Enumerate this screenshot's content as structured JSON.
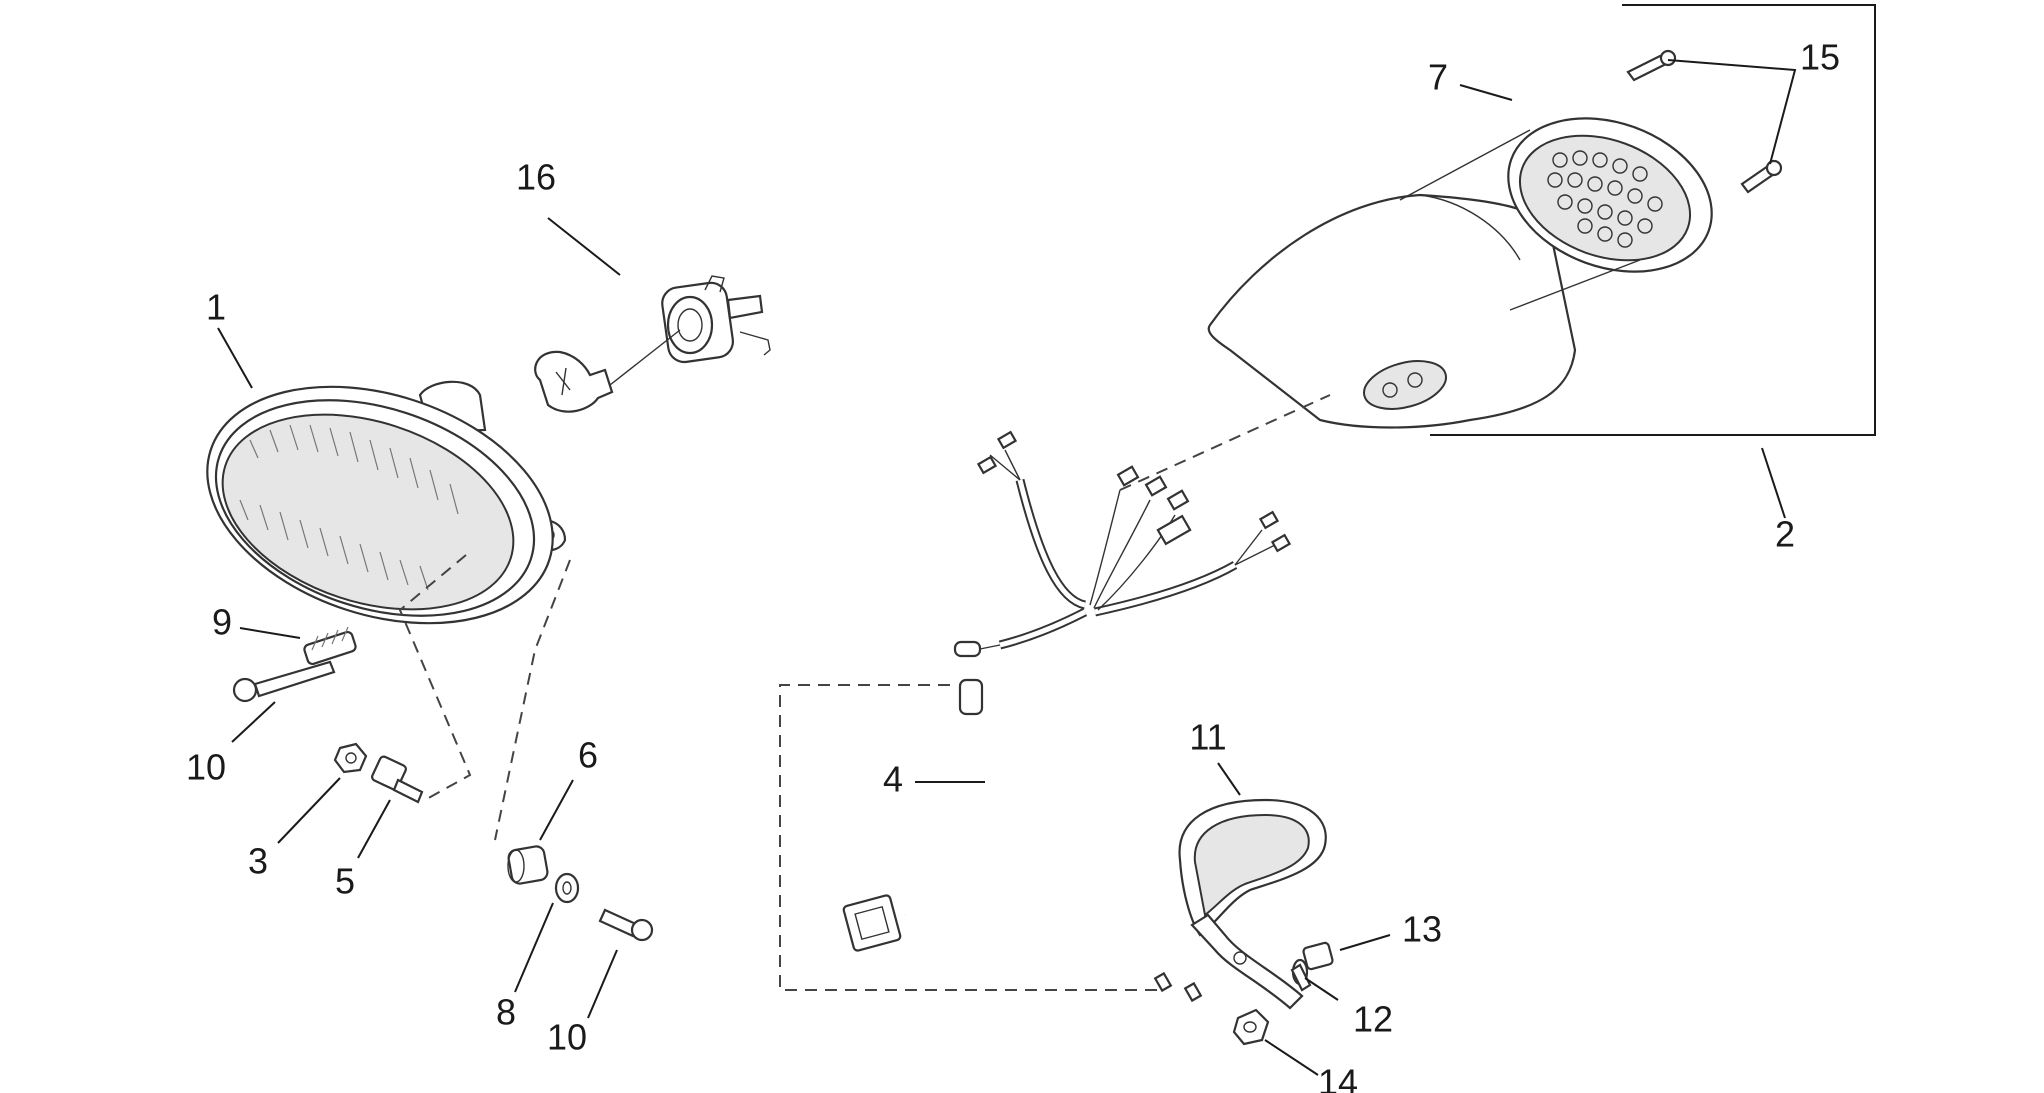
{
  "callouts": [
    {
      "id": "1",
      "label": "1"
    },
    {
      "id": "2",
      "label": "2"
    },
    {
      "id": "3",
      "label": "3"
    },
    {
      "id": "4",
      "label": "4"
    },
    {
      "id": "5",
      "label": "5"
    },
    {
      "id": "6",
      "label": "6"
    },
    {
      "id": "7",
      "label": "7"
    },
    {
      "id": "8",
      "label": "8"
    },
    {
      "id": "9",
      "label": "9"
    },
    {
      "id": "10a",
      "label": "10"
    },
    {
      "id": "10b",
      "label": "10"
    },
    {
      "id": "11",
      "label": "11"
    },
    {
      "id": "12",
      "label": "12"
    },
    {
      "id": "13",
      "label": "13"
    },
    {
      "id": "14",
      "label": "14"
    },
    {
      "id": "15",
      "label": "15"
    },
    {
      "id": "16",
      "label": "16"
    }
  ]
}
